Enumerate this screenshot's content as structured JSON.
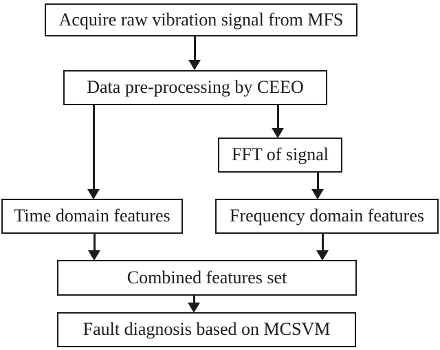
{
  "diagram": {
    "type": "flowchart",
    "background_color": "#ffffff",
    "line_color": "#1c1c1c",
    "text_color": "#1c1c1c",
    "nodes": {
      "acquire": {
        "label": "Acquire raw vibration signal from MFS"
      },
      "preprocess": {
        "label": "Data pre-processing by CEEO"
      },
      "fft": {
        "label": "FFT of signal"
      },
      "time": {
        "label": "Time domain features"
      },
      "freq": {
        "label": "Frequency domain features"
      },
      "combined": {
        "label": "Combined features set"
      },
      "fault": {
        "label": "Fault diagnosis based on MCSVM"
      }
    },
    "edges": [
      {
        "from": "acquire",
        "to": "preprocess"
      },
      {
        "from": "preprocess",
        "to": "time"
      },
      {
        "from": "preprocess",
        "to": "fft"
      },
      {
        "from": "fft",
        "to": "freq"
      },
      {
        "from": "time",
        "to": "combined"
      },
      {
        "from": "freq",
        "to": "combined"
      },
      {
        "from": "combined",
        "to": "fault"
      }
    ]
  }
}
